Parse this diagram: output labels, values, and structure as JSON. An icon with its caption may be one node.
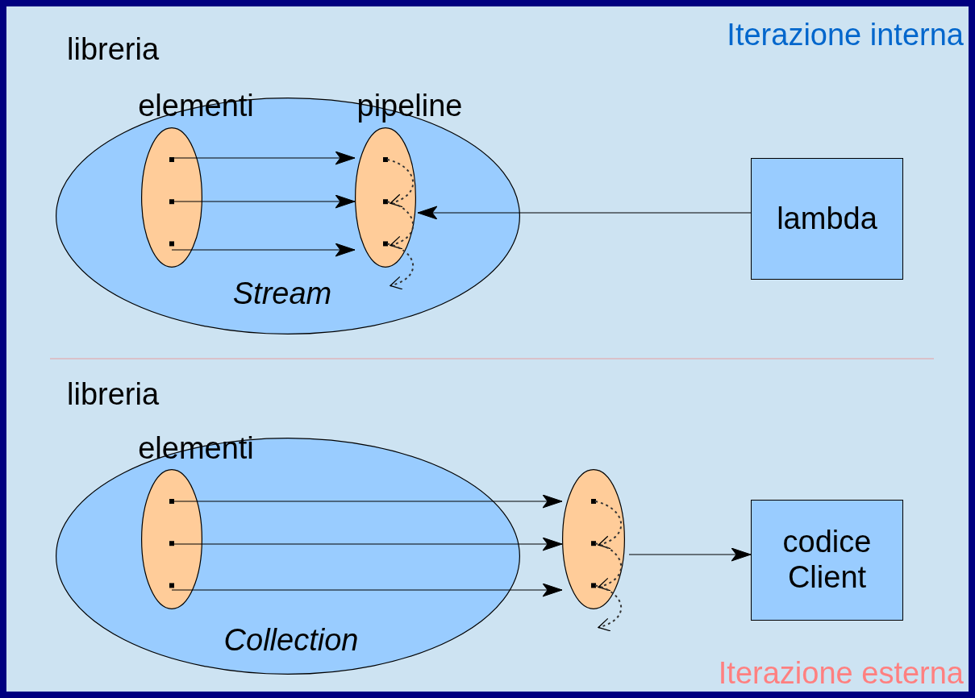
{
  "diagram": {
    "nodes": [
      {
        "text": [
          "libreria",
          "Stream"
        ]
      },
      {
        "text": [
          "elementi"
        ],
        "in": 0
      },
      {
        "text": [
          "pipeline"
        ],
        "in": 0
      },
      {
        "text": [
          "lambda"
        ]
      },
      {
        "text": [
          "libreria",
          "Collection"
        ]
      },
      {
        "text": [
          "elementi"
        ],
        "in": 4
      },
      {
        "text": [],
        "shape": "ellipse"
      },
      {
        "text": [
          "codice Client"
        ]
      }
    ],
    "edges": [
      {
        "from": 1,
        "to": 2,
        "arrow": "to"
      },
      {
        "from": 1,
        "to": 2,
        "arrow": "to"
      },
      {
        "from": 1,
        "to": 2,
        "arrow": "to"
      },
      {
        "from": 2,
        "to": 2,
        "arrow": "to",
        "style": "dashed"
      },
      {
        "from": 2,
        "to": 2,
        "arrow": "to",
        "style": "dashed"
      },
      {
        "from": 2,
        "to": null,
        "arrow": "to",
        "style": "dashed"
      },
      {
        "from": 3,
        "to": 2,
        "arrow": "to"
      },
      {
        "from": 5,
        "to": 6,
        "arrow": "to"
      },
      {
        "from": 5,
        "to": 6,
        "arrow": "to"
      },
      {
        "from": 5,
        "to": 6,
        "arrow": "to"
      },
      {
        "from": 6,
        "to": 6,
        "arrow": "to",
        "style": "dashed"
      },
      {
        "from": 6,
        "to": 6,
        "arrow": "to",
        "style": "dashed"
      },
      {
        "from": 6,
        "to": null,
        "arrow": "to",
        "style": "dashed"
      },
      {
        "from": 6,
        "to": 7,
        "arrow": "to"
      }
    ],
    "labels": [
      "Iterazione interna",
      "Iterazione esterna"
    ]
  }
}
